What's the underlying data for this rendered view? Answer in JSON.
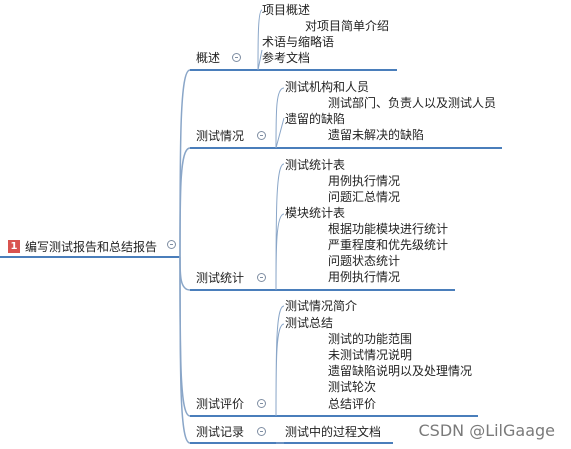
{
  "root": {
    "badge": "1",
    "label": "编写测试报告和总结报告"
  },
  "branches": [
    {
      "label": "概述",
      "items": [
        "项目概述",
        "对项目简单介绍",
        "术语与缩略语",
        "参考文档"
      ]
    },
    {
      "label": "测试情况",
      "items": [
        "测试机构和人员",
        "测试部门、负责人以及测试人员",
        "遗留的缺陷",
        "遗留未解决的缺陷"
      ]
    },
    {
      "label": "测试统计",
      "items": [
        "测试统计表",
        "用例执行情况",
        "问题汇总情况",
        "模块统计表",
        "根据功能模块进行统计",
        "严重程度和优先级统计",
        "问题状态统计",
        "用例执行情况"
      ]
    },
    {
      "label": "测试评价",
      "items": [
        "测试情况简介",
        "测试总结",
        "测试的功能范围",
        "未测试情况说明",
        "遗留缺陷说明以及处理情况",
        "测试轮次",
        "总结评价"
      ]
    },
    {
      "label": "测试记录",
      "items": [
        "测试中的过程文档"
      ]
    }
  ],
  "watermark": "CSDN @LilGaage",
  "colors": {
    "connector": "#8aa6c8",
    "underline": "#4a7ebb"
  }
}
